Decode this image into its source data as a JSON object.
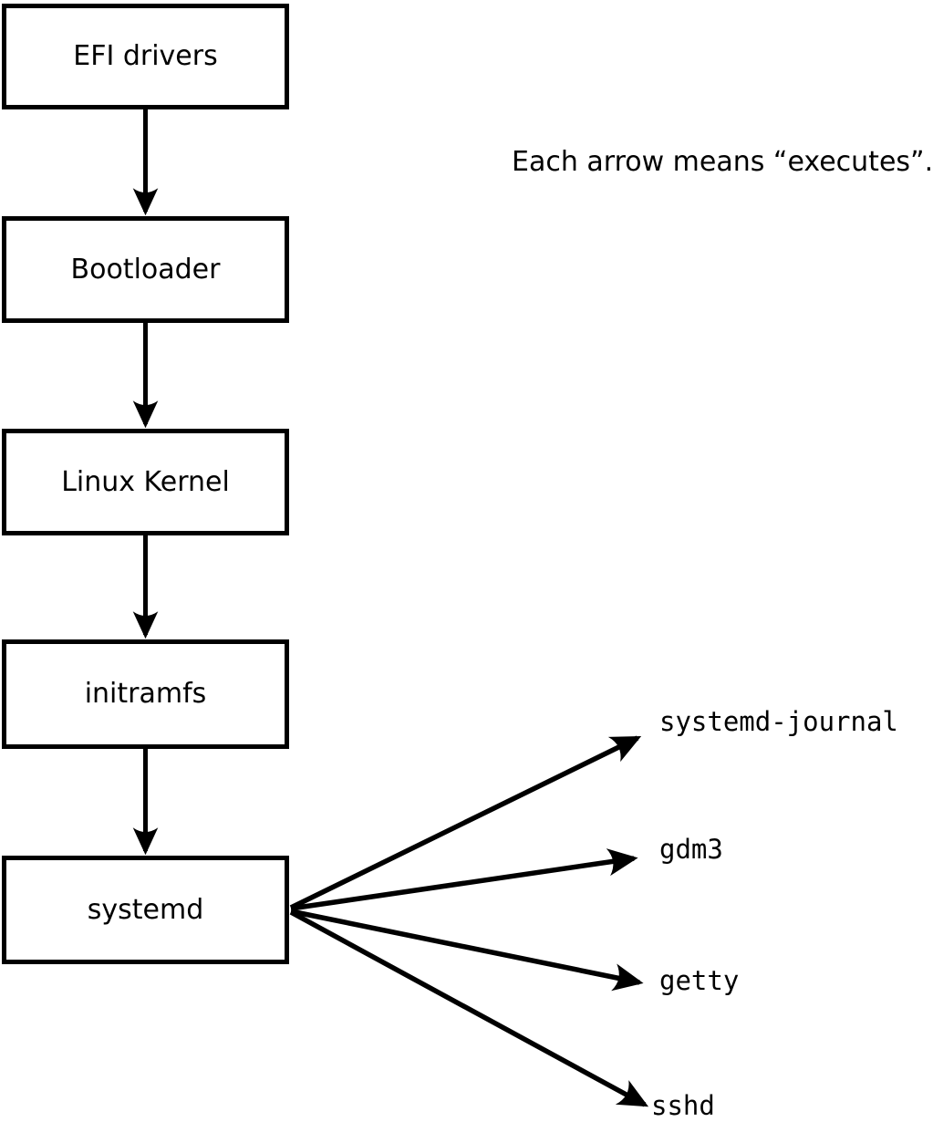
{
  "diagram": {
    "title_note": "Each arrow means “executes”.",
    "arrow_meaning": "executes",
    "flow_boxes": [
      {
        "id": "efi-drivers",
        "label": "EFI drivers"
      },
      {
        "id": "bootloader",
        "label": "Bootloader"
      },
      {
        "id": "linux-kernel",
        "label": "Linux Kernel"
      },
      {
        "id": "initramfs",
        "label": "initramfs"
      },
      {
        "id": "systemd",
        "label": "systemd"
      }
    ],
    "leaves": [
      {
        "id": "systemd-journal",
        "label": "systemd-journal"
      },
      {
        "id": "gdm3",
        "label": "gdm3"
      },
      {
        "id": "getty",
        "label": "getty"
      },
      {
        "id": "sshd",
        "label": "sshd"
      }
    ],
    "colors": {
      "stroke": "#000000",
      "box_fill": "#ffffff",
      "background": "#ffffff"
    }
  }
}
